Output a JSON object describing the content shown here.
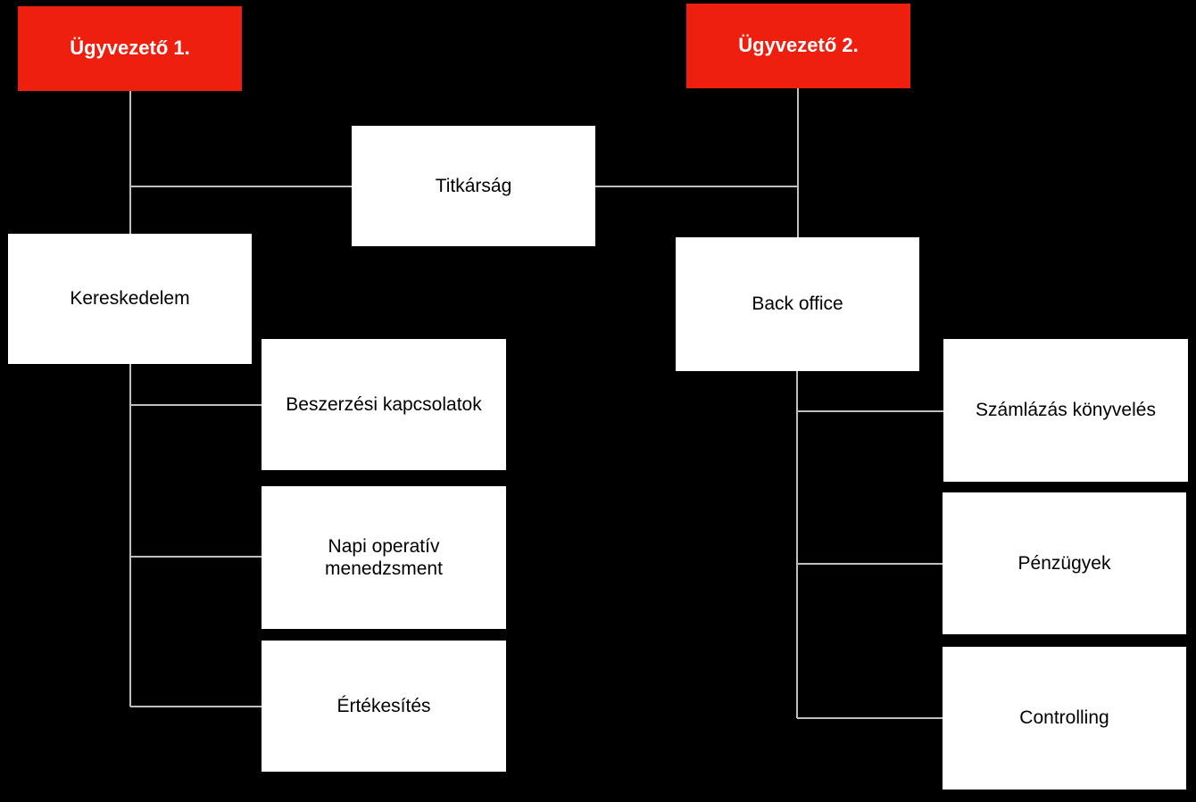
{
  "colors": {
    "background": "#000000",
    "executive_fill": "#ee1f0f",
    "unit_fill": "#ffffff",
    "connector": "#bfbfbf"
  },
  "nodes": {
    "ceo1": "Ügyvezető  1.",
    "ceo2": "Ügyvezető 2.",
    "secretariat": "Titkárság",
    "trade": "Kereskedelem",
    "procurement": "Beszerzési kapcsolatok",
    "operations": "Napi operatív\nmenedzsment",
    "sales": "Értékesítés",
    "backoffice": "Back office",
    "invoicing": "Számlázás könyvelés",
    "finance": "Pénzügyek",
    "controlling": "Controlling"
  }
}
